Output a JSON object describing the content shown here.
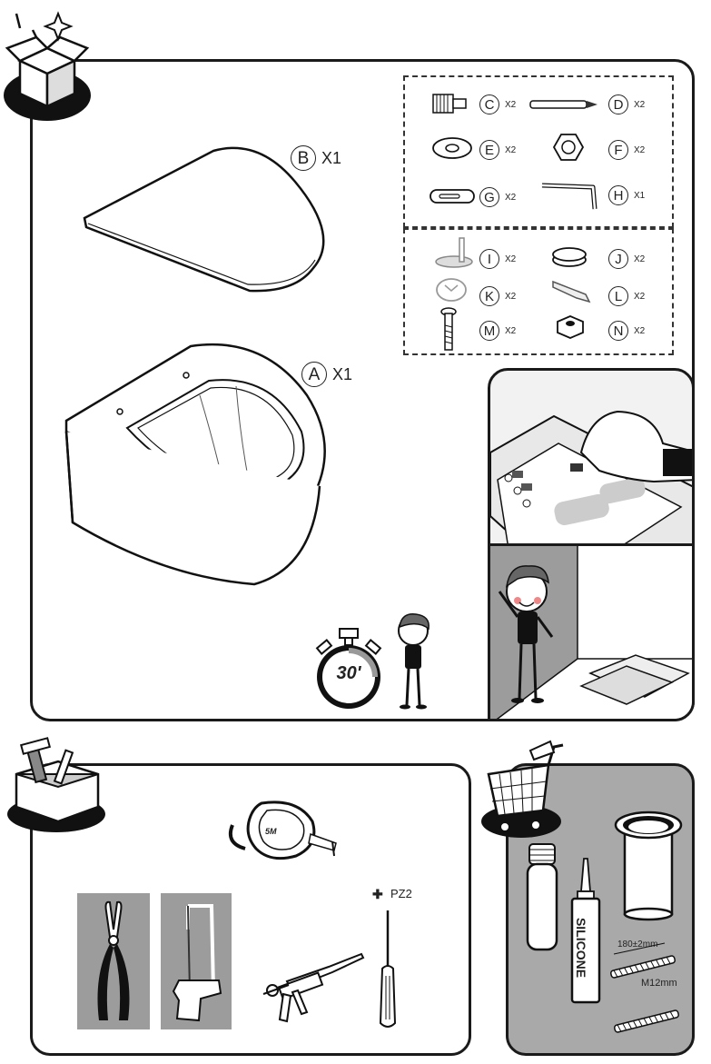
{
  "package": {
    "main_items": [
      {
        "letter": "B",
        "qty": "X1",
        "name": "toilet-seat"
      },
      {
        "letter": "A",
        "qty": "X1",
        "name": "toilet-bowl"
      }
    ],
    "hardware_group_1": [
      {
        "letter": "C",
        "qty": "X2"
      },
      {
        "letter": "D",
        "qty": "X2"
      },
      {
        "letter": "E",
        "qty": "X2"
      },
      {
        "letter": "F",
        "qty": "X2"
      },
      {
        "letter": "G",
        "qty": "X2"
      },
      {
        "letter": "H",
        "qty": "X1"
      }
    ],
    "hardware_group_2": [
      {
        "letter": "I",
        "qty": "X2"
      },
      {
        "letter": "J",
        "qty": "X2"
      },
      {
        "letter": "K",
        "qty": "X2"
      },
      {
        "letter": "L",
        "qty": "X2"
      },
      {
        "letter": "M",
        "qty": "X2"
      },
      {
        "letter": "N",
        "qty": "X2"
      }
    ],
    "timer_text": "30'"
  },
  "tools": {
    "tape_label": "5M",
    "screwdriver_label": "PZ2"
  },
  "supplies": {
    "silicone_label": "SILICONE",
    "dimension_label": "180±2mm",
    "rod_label": "M12mm"
  }
}
